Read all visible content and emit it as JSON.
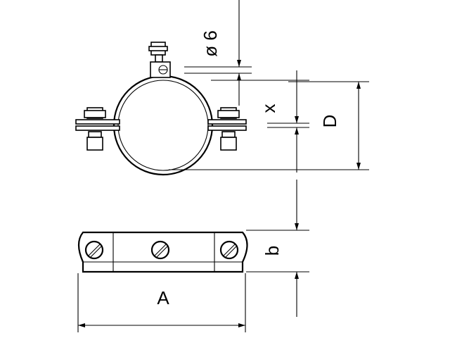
{
  "labels": {
    "hole_diameter": "ø 6",
    "x": "x",
    "D": "D",
    "b": "b",
    "A": "A"
  }
}
